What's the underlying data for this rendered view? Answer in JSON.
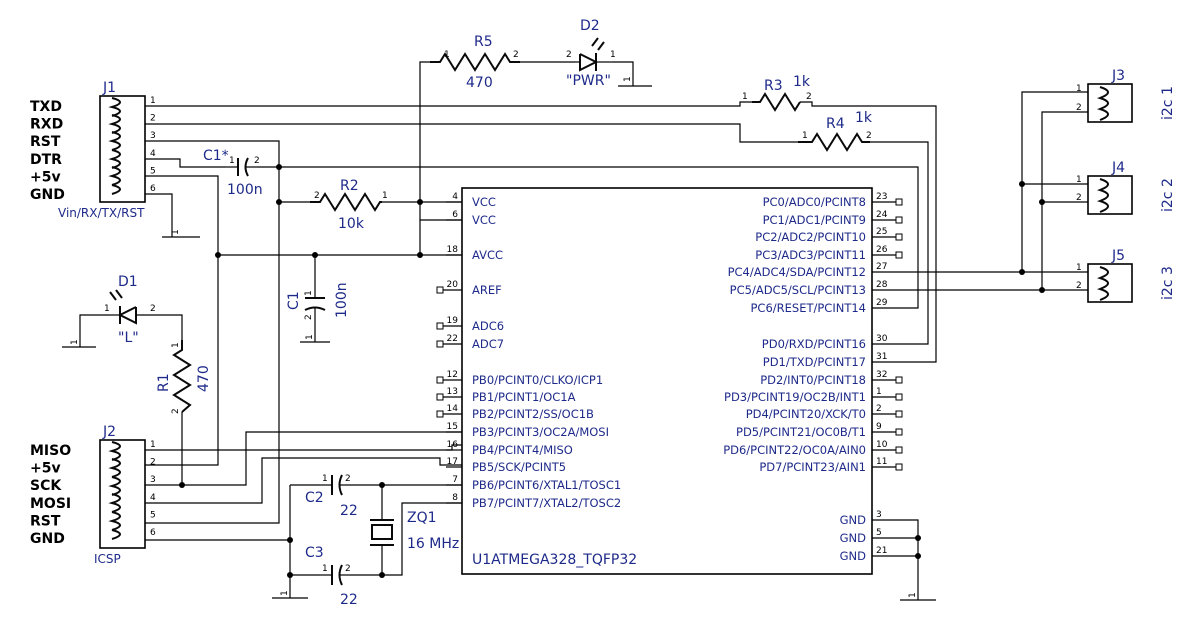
{
  "connectors": {
    "j1": {
      "ref": "J1",
      "caption": "Vin/RX/TX/RST",
      "signals": [
        "TXD",
        "RXD",
        "RST",
        "DTR",
        "+5v",
        "GND"
      ],
      "pins": [
        "1",
        "2",
        "3",
        "4",
        "5",
        "6"
      ]
    },
    "j2": {
      "ref": "J2",
      "caption": "ICSP",
      "signals": [
        "MISO",
        "+5v",
        "SCK",
        "MOSI",
        "RST",
        "GND"
      ],
      "pins": [
        "1",
        "2",
        "3",
        "4",
        "5",
        "6"
      ]
    },
    "j3": {
      "ref": "J3",
      "caption": "i2c 1",
      "pins": [
        "1",
        "2"
      ]
    },
    "j4": {
      "ref": "J4",
      "caption": "i2c 2",
      "pins": [
        "1",
        "2"
      ]
    },
    "j5": {
      "ref": "J5",
      "caption": "i2c 3",
      "pins": [
        "1",
        "2"
      ]
    }
  },
  "components": {
    "r1": {
      "ref": "R1",
      "value": "470",
      "pin1": "1",
      "pin2": "2"
    },
    "r2": {
      "ref": "R2",
      "value": "10k",
      "pin1": "1",
      "pin2": "2"
    },
    "r3": {
      "ref": "R3",
      "value": "1k",
      "pin1": "1",
      "pin2": "2"
    },
    "r4": {
      "ref": "R4",
      "value": "1k",
      "pin1": "1",
      "pin2": "2"
    },
    "r5": {
      "ref": "R5",
      "value": "470",
      "pin1": "1",
      "pin2": "2"
    },
    "c1": {
      "ref": "C1*",
      "value": "100n",
      "pin1": "1",
      "pin2": "2"
    },
    "c1b": {
      "ref": "C1",
      "value": "100n",
      "pin1": "1",
      "pin2": "2"
    },
    "c2": {
      "ref": "C2",
      "value": "22",
      "pin1": "1",
      "pin2": "2"
    },
    "c3": {
      "ref": "C3",
      "value": "22",
      "pin1": "1",
      "pin2": "2"
    },
    "d1": {
      "ref": "D1",
      "label": "\"L\"",
      "pin1": "1",
      "pin2": "2"
    },
    "d2": {
      "ref": "D2",
      "label": "\"PWR\"",
      "pin1": "1",
      "pin2": "2"
    },
    "zq1": {
      "ref": "ZQ1",
      "value": "16 MHz"
    },
    "gnd_pin": "1"
  },
  "ic": {
    "name": "U1ATMEGA328_TQFP32",
    "left_pins": [
      {
        "num": "4",
        "name": "VCC"
      },
      {
        "num": "6",
        "name": "VCC"
      },
      {
        "num": "18",
        "name": "AVCC"
      },
      {
        "num": "20",
        "name": "AREF"
      },
      {
        "num": "19",
        "name": "ADC6"
      },
      {
        "num": "22",
        "name": "ADC7"
      },
      {
        "num": "12",
        "name": "PB0/PCINT0/CLKO/ICP1"
      },
      {
        "num": "13",
        "name": "PB1/PCINT1/OC1A"
      },
      {
        "num": "14",
        "name": "PB2/PCINT2/SS/OC1B"
      },
      {
        "num": "15",
        "name": "PB3/PCINT3/OC2A/MOSI"
      },
      {
        "num": "16",
        "name": "PB4/PCINT4/MISO"
      },
      {
        "num": "17",
        "name": "PB5/SCK/PCINT5"
      },
      {
        "num": "7",
        "name": "PB6/PCINT6/XTAL1/TOSC1"
      },
      {
        "num": "8",
        "name": "PB7/PCINT7/XTAL2/TOSC2"
      }
    ],
    "right_pins": [
      {
        "num": "23",
        "name": "PC0/ADC0/PCINT8"
      },
      {
        "num": "24",
        "name": "PC1/ADC1/PCINT9"
      },
      {
        "num": "25",
        "name": "PC2/ADC2/PCINT10"
      },
      {
        "num": "26",
        "name": "PC3/ADC3/PCINT11"
      },
      {
        "num": "27",
        "name": "PC4/ADC4/SDA/PCINT12"
      },
      {
        "num": "28",
        "name": "PC5/ADC5/SCL/PCINT13"
      },
      {
        "num": "29",
        "name": "PC6/RESET/PCINT14"
      },
      {
        "num": "30",
        "name": "PD0/RXD/PCINT16"
      },
      {
        "num": "31",
        "name": "PD1/TXD/PCINT17"
      },
      {
        "num": "32",
        "name": "PD2/INT0/PCINT18"
      },
      {
        "num": "1",
        "name": "PD3/PCINT19/OC2B/INT1"
      },
      {
        "num": "2",
        "name": "PD4/PCINT20/XCK/T0"
      },
      {
        "num": "9",
        "name": "PD5/PCINT21/OC0B/T1"
      },
      {
        "num": "10",
        "name": "PD6/PCINT22/OC0A/AIN0"
      },
      {
        "num": "11",
        "name": "PD7/PCINT23/AIN1"
      },
      {
        "num": "3",
        "name": "GND"
      },
      {
        "num": "5",
        "name": "GND"
      },
      {
        "num": "21",
        "name": "GND"
      }
    ]
  }
}
